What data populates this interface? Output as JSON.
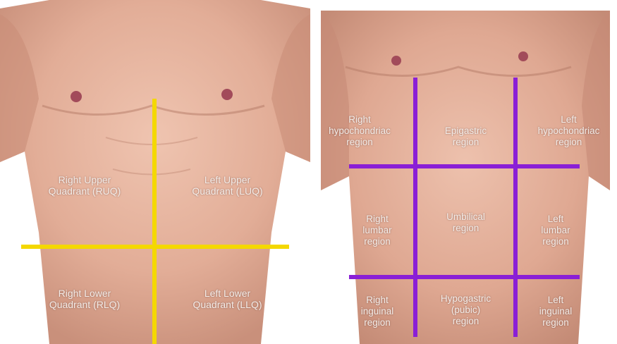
{
  "quadrants": {
    "line_color": "#f4d800",
    "labels": {
      "ruq": "Right Upper\nQuadrant (RUQ)",
      "luq": "Left Upper\nQuadrant (LUQ)",
      "rlq": "Right Lower\nQuadrant (RLQ)",
      "llq": "Left Lower\nQuadrant (LLQ)"
    }
  },
  "regions": {
    "line_color": "#8a1fd6",
    "labels": {
      "right_hypochondriac": "Right\nhypochondriac\nregion",
      "epigastric": "Epigastric\nregion",
      "left_hypochondriac": "Left\nhypochondriac\nregion",
      "right_lumbar": "Right\nlumbar\nregion",
      "umbilical": "Umbilical\nregion",
      "left_lumbar": "Left\nlumbar\nregion",
      "right_inguinal": "Right\ninguinal\nregion",
      "hypogastric": "Hypogastric\n(pubic)\nregion",
      "left_inguinal": "Left\ninguinal\nregion"
    }
  },
  "colors": {
    "skin_light": "#e9b9a4",
    "skin_mid": "#d9a08a",
    "skin_shadow": "#c08571",
    "nipple": "#a24b5a"
  }
}
